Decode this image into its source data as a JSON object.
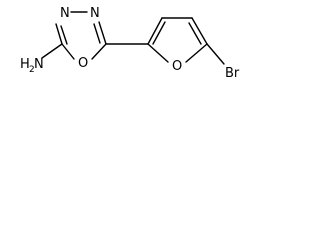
{
  "molecule": {
    "atoms": {
      "n3": "N",
      "n4": "N",
      "o_oxadiazole": "O",
      "o_furan": "O",
      "br": "Br",
      "amine_h": "H",
      "amine_sub": "2",
      "amine_n": "N"
    },
    "colors": {
      "bond": "#000000",
      "label": "#000000",
      "background": "#ffffff"
    }
  }
}
